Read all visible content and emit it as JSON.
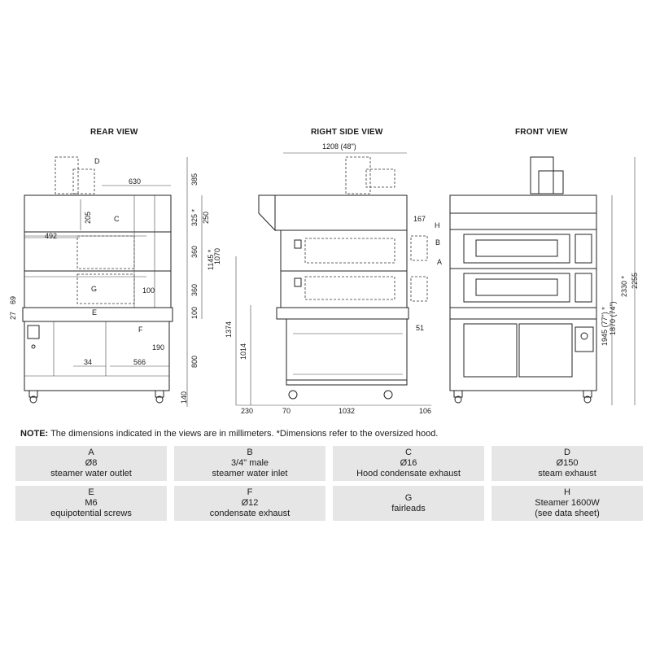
{
  "views": {
    "rear": "REAR VIEW",
    "side": "RIGHT SIDE VIEW",
    "front": "FRONT VIEW"
  },
  "dims": {
    "rear": {
      "d630": "630",
      "d492": "492",
      "d205": "205",
      "d100": "100",
      "d190": "190",
      "d34": "34",
      "d566": "566",
      "d27": "27",
      "d69": "69",
      "v385": "385",
      "v325": "325 *",
      "v250": "250",
      "v360a": "360",
      "v360b": "360",
      "v100": "100",
      "v800": "800",
      "v140": "140",
      "v1145": "1145 *",
      "v1070": "1070"
    },
    "side": {
      "d1208": "1208 (48\")",
      "d167": "167",
      "d51": "51",
      "v1374": "1374",
      "v1014": "1014",
      "b230": "230",
      "b70": "70",
      "b1032": "1032",
      "b106": "106"
    },
    "front": {
      "v1945": "1945 (77\") *",
      "v1870": "1870 (74\")",
      "v2330": "2330 *",
      "v2255": "2255"
    }
  },
  "callouts": [
    "A",
    "B",
    "C",
    "D",
    "E",
    "F",
    "G",
    "H"
  ],
  "note": {
    "label": "NOTE:",
    "text": " The dimensions indicated in the views are in millimeters. *Dimensions refer to the oversized hood."
  },
  "legend": [
    {
      "letter": "A",
      "line1": "Ø8",
      "line2": "steamer water outlet"
    },
    {
      "letter": "B",
      "line1": "3/4\" male",
      "line2": "steamer water inlet"
    },
    {
      "letter": "C",
      "line1": "Ø16",
      "line2": "Hood condensate exhaust"
    },
    {
      "letter": "D",
      "line1": "Ø150",
      "line2": "steam exhaust"
    },
    {
      "letter": "E",
      "line1": "M6",
      "line2": "equipotential screws"
    },
    {
      "letter": "F",
      "line1": "Ø12",
      "line2": "condensate exhaust"
    },
    {
      "letter": "G",
      "line1": "",
      "line2": "fairleads"
    },
    {
      "letter": "H",
      "line1": "Steamer 1600W",
      "line2": "(see data sheet)"
    }
  ]
}
